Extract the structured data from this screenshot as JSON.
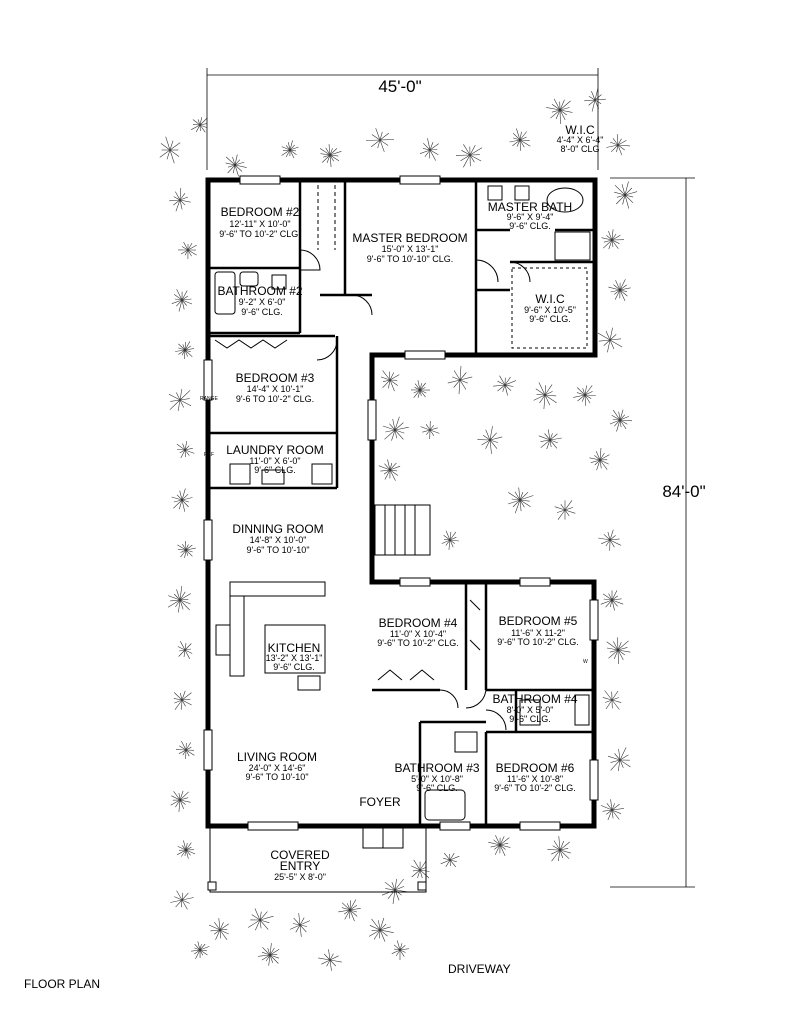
{
  "dimensions": {
    "width": "45'-0\"",
    "depth": "84'-0\""
  },
  "labels": {
    "floor_plan": "FLOOR PLAN",
    "driveway": "DRIVEWAY"
  },
  "rooms": {
    "bedroom2": {
      "name": "BEDROOM #2",
      "size": "12'-11\" X 10'-0\"",
      "clg": "9'-6\" TO 10'-2\" CLG."
    },
    "bathroom2": {
      "name": "BATHROOM #2",
      "size": "9'-2\" X 6'-0\"",
      "clg": "9'-6\" CLG."
    },
    "master_bedroom": {
      "name": "MASTER BEDROOM",
      "size": "15'-0\" X 13'-1\"",
      "clg": "9'-6\" TO 10'-10\" CLG."
    },
    "master_bath": {
      "name": "MASTER BATH",
      "size": "9'-6\" X 9'-4\"",
      "clg": "9'-6\" CLG."
    },
    "wic_master": {
      "name": "W.I.C",
      "size": "9'-6\" X 10'-5\"",
      "clg": "9'-6\" CLG."
    },
    "wic_top": {
      "name": "W.I.C",
      "size": "4'-4\" X 6'-4\"",
      "clg": "8'-0\" CLG"
    },
    "bedroom3": {
      "name": "BEDROOM #3",
      "size": "14'-4\" X 10'-1\"",
      "clg": "9'-6 TO 10'-2\" CLG."
    },
    "laundry": {
      "name": "LAUNDRY ROOM",
      "size": "11'-0\" X 6'-0\"",
      "clg": "9'-6\" CLG."
    },
    "dining": {
      "name": "DINNING ROOM",
      "size": "14'-8\" X 10'-0\"",
      "clg": "9'-6\" TO 10'-10\""
    },
    "kitchen": {
      "name": "KITCHEN",
      "size": "13'-2\" X 13'-1\"",
      "clg": "9'-6\" CLG."
    },
    "living": {
      "name": "LIVING ROOM",
      "size": "24'-0\" X 14'-6\"",
      "clg": "9'-6\" TO 10'-10\""
    },
    "bedroom4": {
      "name": "BEDROOM #4",
      "size": "11'-0\" X 10'-4\"",
      "clg": "9'-6\" TO 10'-2\" CLG."
    },
    "bedroom5": {
      "name": "BEDROOM #5",
      "size": "11'-6\" X 11-2\"",
      "clg": "9'-6\" TO 10'-2\" CLG."
    },
    "bathroom4": {
      "name": "BATHROOM #4",
      "size": "8'-0\" X 5'-0\"",
      "clg": "9'-6\" CLG."
    },
    "bathroom3": {
      "name": "BATHROOM #3",
      "size": "5'-0\" X 10'-8\"",
      "clg": "9'-6\" CLG."
    },
    "bedroom6": {
      "name": "BEDROOM #6",
      "size": "11'-6\" X 10'-8\"",
      "clg": "9'-6\" TO 10'-2\" CLG."
    },
    "foyer": {
      "name": "FOYER"
    },
    "covered_entry": {
      "name1": "COVERED",
      "name2": "ENTRY",
      "size": "25'-5\" X 8'-0\""
    }
  },
  "small_labels": {
    "range": "RANGE",
    "ref": "REF",
    "w": "W"
  }
}
